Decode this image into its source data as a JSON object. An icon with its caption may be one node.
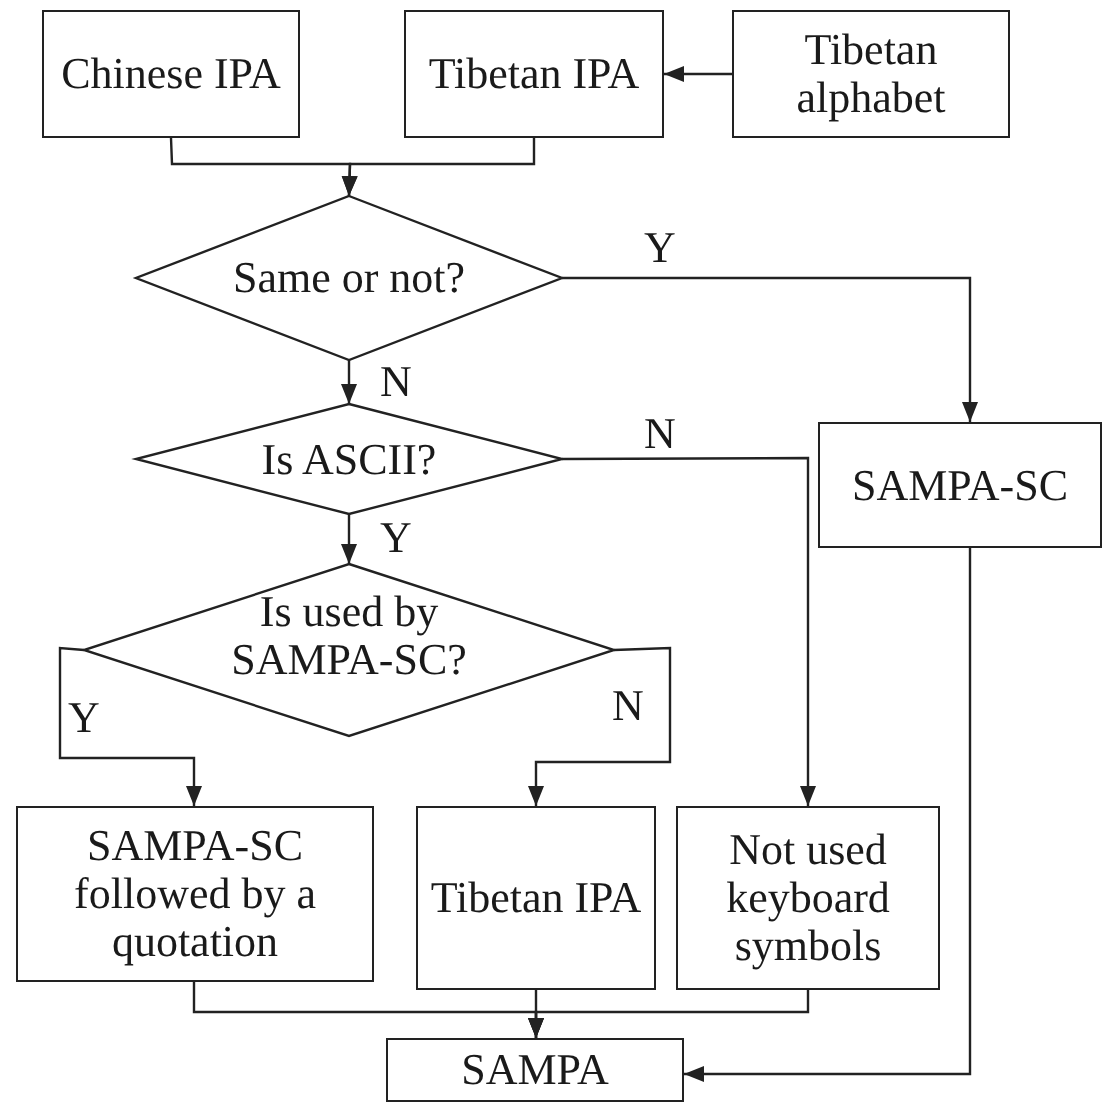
{
  "diagram": {
    "nodes": [
      {
        "text": [
          "Chinese IPA"
        ]
      },
      {
        "text": [
          "Tibetan IPA"
        ]
      },
      {
        "text": [
          "Tibetan alphabet"
        ]
      },
      {
        "text": [
          "Same or not?"
        ]
      },
      {
        "text": [
          "Is ASCII?"
        ]
      },
      {
        "text": [
          "SAMPA-SC"
        ]
      },
      {
        "text": [
          "Is used by SAMPA-SC?"
        ]
      },
      {
        "text": [
          "SAMPA-SC followed by a quotation"
        ]
      },
      {
        "text": [
          "Tibetan IPA"
        ]
      },
      {
        "text": [
          "Not used keyboard symbols"
        ]
      },
      {
        "text": [
          "SAMPA"
        ]
      }
    ],
    "edges": [
      {
        "from": 2,
        "to": 1,
        "arrow": "to"
      },
      {
        "from": 0,
        "to": 3,
        "arrow": "to"
      },
      {
        "from": 1,
        "to": 3,
        "arrow": "to"
      },
      {
        "from": 3,
        "to": 5,
        "arrow": "to",
        "label": "Y"
      },
      {
        "from": 3,
        "to": 4,
        "arrow": "to",
        "label": "N"
      },
      {
        "from": 4,
        "to": 9,
        "arrow": "to",
        "label": "N"
      },
      {
        "from": 4,
        "to": 6,
        "arrow": "to",
        "label": "Y"
      },
      {
        "from": 6,
        "to": 7,
        "arrow": "to",
        "label": "Y"
      },
      {
        "from": 6,
        "to": 8,
        "arrow": "to",
        "label": "N"
      },
      {
        "from": 7,
        "to": 10,
        "arrow": "to"
      },
      {
        "from": 8,
        "to": 10,
        "arrow": "to"
      },
      {
        "from": 9,
        "to": 10,
        "arrow": "to"
      },
      {
        "from": 5,
        "to": 10,
        "arrow": "to"
      }
    ]
  }
}
